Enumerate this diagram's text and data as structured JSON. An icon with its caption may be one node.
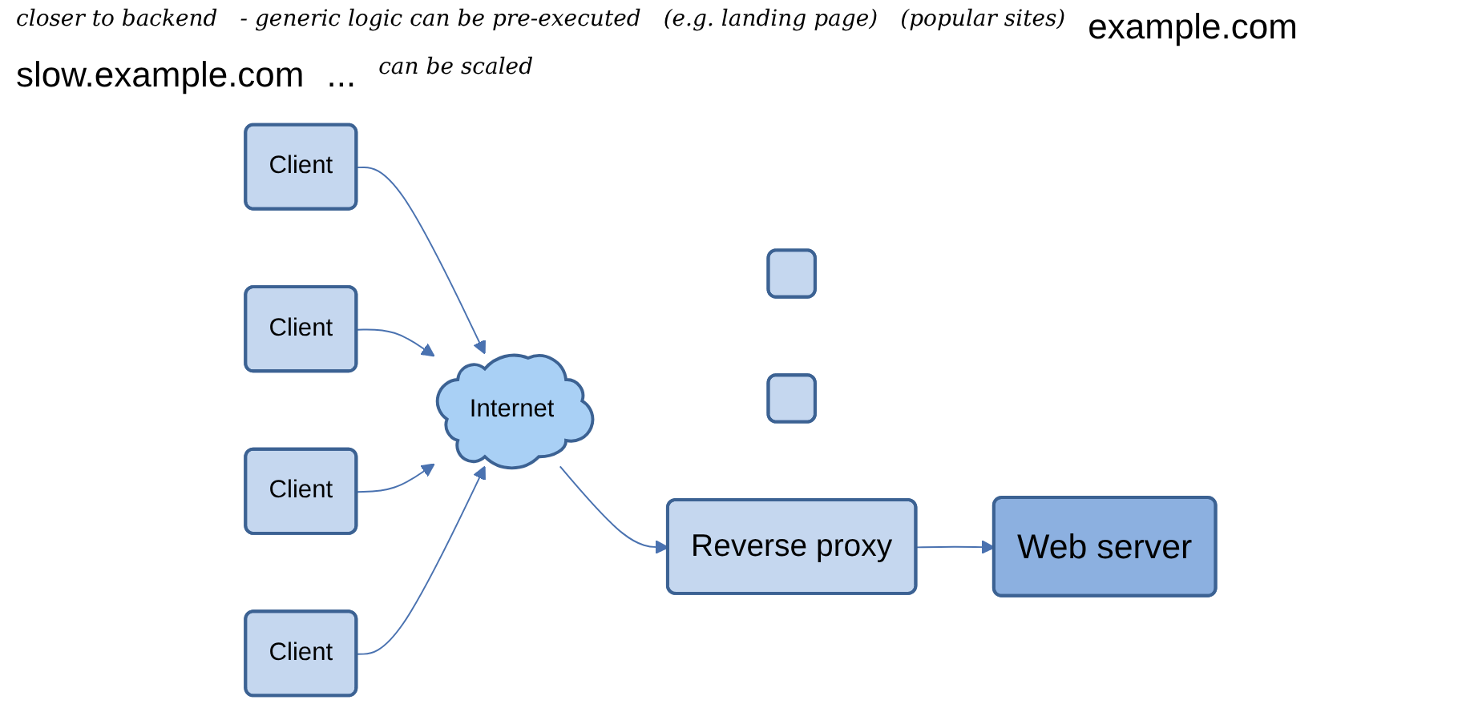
{
  "diagram": {
    "nodes": [
      {
        "text": [
          "Client"
        ]
      },
      {
        "text": [
          "Client"
        ]
      },
      {
        "text": [
          "Client"
        ]
      },
      {
        "text": [
          "Client"
        ]
      },
      {
        "text": [
          "Internet"
        ]
      },
      {
        "text": [],
        "shape": "box"
      },
      {
        "text": [],
        "shape": "box"
      },
      {
        "text": [
          "Reverse proxy"
        ]
      },
      {
        "text": [
          "Web server"
        ]
      }
    ],
    "edges": [
      {
        "from": 0,
        "to": 4,
        "arrow": "to"
      },
      {
        "from": 1,
        "to": 4,
        "arrow": "to"
      },
      {
        "from": 2,
        "to": 4,
        "arrow": "to"
      },
      {
        "from": 3,
        "to": 4,
        "arrow": "to"
      },
      {
        "from": 4,
        "to": 7,
        "arrow": "to"
      },
      {
        "from": 7,
        "to": 8,
        "arrow": "to"
      }
    ],
    "labels": [
      "closer to backend",
      "- generic logic can be pre-executed",
      "(e.g. landing page)",
      "(popular sites)",
      "example.com",
      "slow.example.com",
      "...",
      "can be scaled"
    ]
  }
}
